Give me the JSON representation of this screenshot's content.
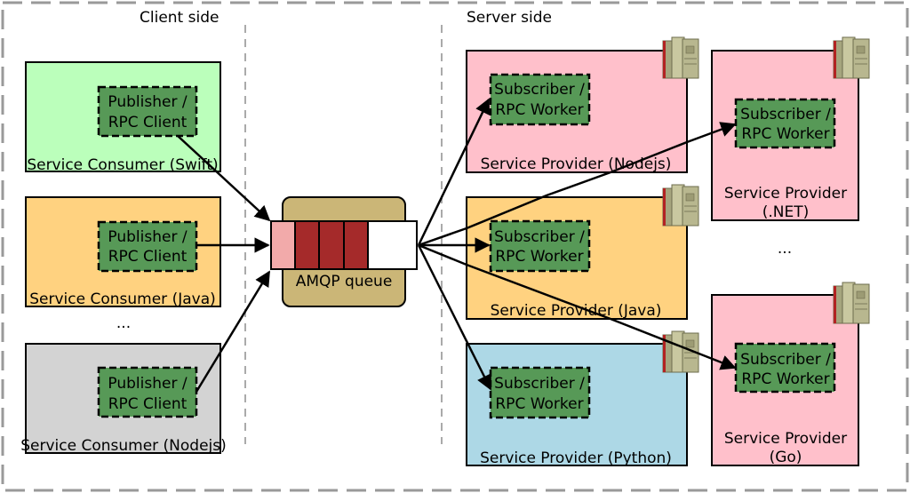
{
  "regions": {
    "client": "Client side",
    "server": "Server side"
  },
  "consumers": [
    {
      "label": "Service Consumer (Swift)",
      "inner_line1": "Publisher /",
      "inner_line2": "RPC Client",
      "color": "#bbffbb"
    },
    {
      "label": "Service Consumer (Java)",
      "inner_line1": "Publisher /",
      "inner_line2": "RPC Client",
      "color": "#ffd280"
    },
    {
      "label": "Service Consumer (Nodejs)",
      "inner_line1": "Publisher /",
      "inner_line2": "RPC Client",
      "color": "#d3d3d3"
    }
  ],
  "consumer_ellipsis": "...",
  "queue": {
    "label": "AMQP queue",
    "color": "#cbb677",
    "first_slot_color": "#f2aaaa",
    "slot_color": "#a52a2a"
  },
  "providers": [
    {
      "line1": "Service Provider (Nodejs)",
      "line2": "",
      "inner_line1": "Subscriber /",
      "inner_line2": "RPC Worker",
      "color": "#ffc0cb"
    },
    {
      "line1": "Service Provider (Java)",
      "line2": "",
      "inner_line1": "Subscriber /",
      "inner_line2": "RPC Worker",
      "color": "#ffd280"
    },
    {
      "line1": "Service Provider (Python)",
      "line2": "",
      "inner_line1": "Subscriber /",
      "inner_line2": "RPC Worker",
      "color": "#add8e6"
    },
    {
      "line1": "Service Provider",
      "line2": "(.NET)",
      "inner_line1": "Subscriber /",
      "inner_line2": "RPC Worker",
      "color": "#ffc0cb"
    },
    {
      "line1": "Service Provider",
      "line2": "(Go)",
      "inner_line1": "Subscriber /",
      "inner_line2": "RPC Worker",
      "color": "#ffc0cb"
    }
  ],
  "provider_ellipsis": "...",
  "colors": {
    "inner_box": "#579957",
    "server_icon": "#b8b78f"
  },
  "icons": {
    "server": "server-rack-icon"
  }
}
